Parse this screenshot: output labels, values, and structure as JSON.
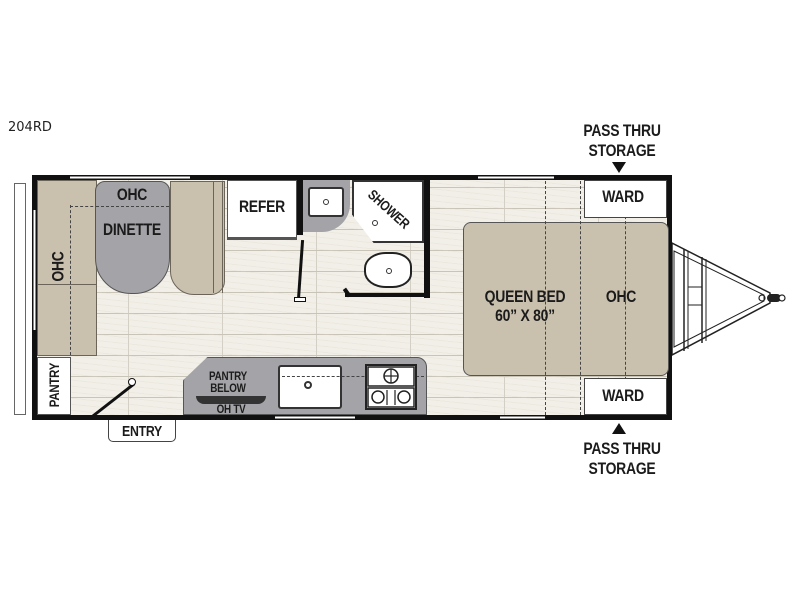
{
  "model": "204RD",
  "colors": {
    "wall": "#111111",
    "floor": "#f2efe8",
    "cabinet_tan": "#c9c0ae",
    "fixture_gray": "#a4a4a8",
    "bed": "#c9c0ae"
  },
  "rooms": {
    "ohc_front": "OHC",
    "dinette": "DINETTE",
    "dinette_ohc": "OHC",
    "refer": "REFER",
    "shower": "SHOWER",
    "pantry": "PANTRY",
    "pantry_below_line1": "PANTRY",
    "pantry_below_line2": "BELOW",
    "oh_tv": "OH TV",
    "entry": "ENTRY",
    "bed_line1": "QUEEN BED",
    "bed_line2": "60” X 80”",
    "bed_ohc": "OHC",
    "ward_top": "WARD",
    "ward_bottom": "WARD"
  },
  "callouts": {
    "top_line1": "PASS THRU",
    "top_line2": "STORAGE",
    "bottom_line1": "PASS THRU",
    "bottom_line2": "STORAGE"
  }
}
